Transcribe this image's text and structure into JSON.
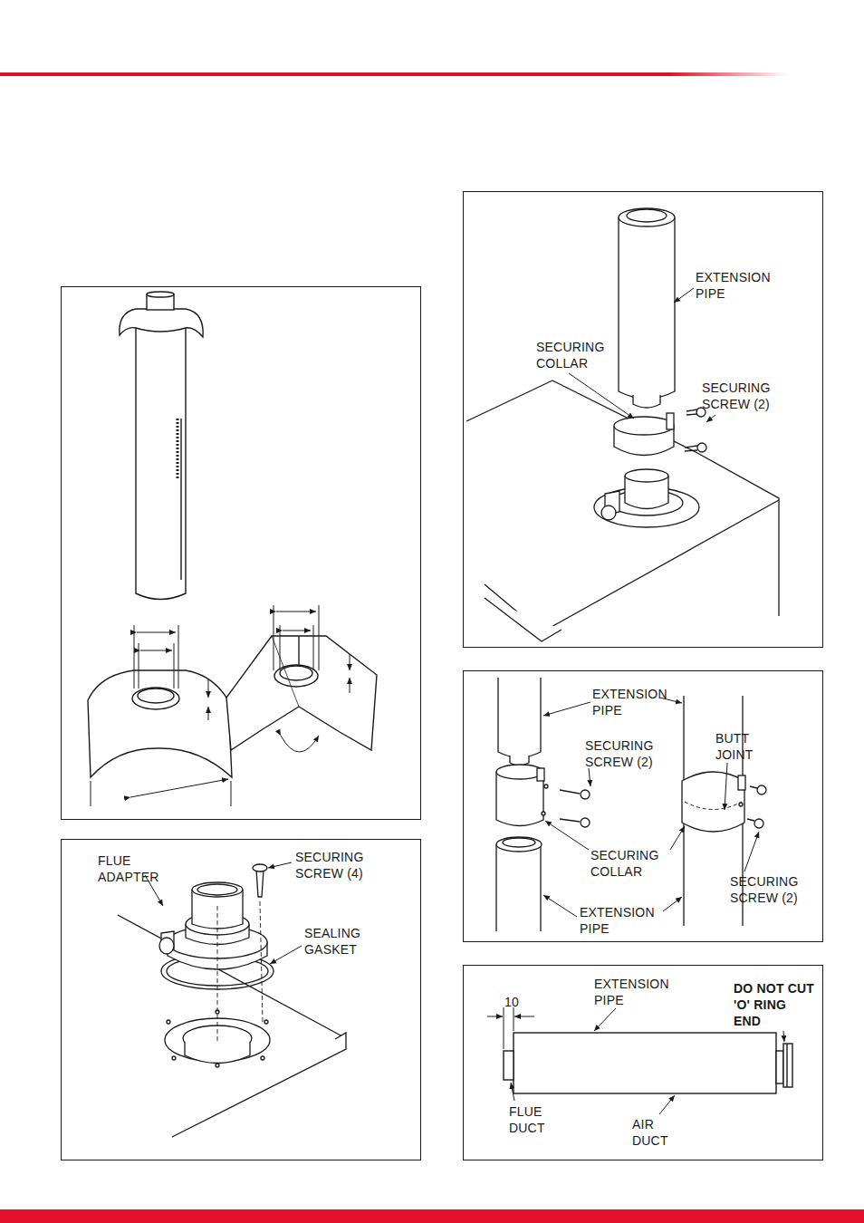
{
  "diagram": {
    "labels": [
      "EXTENSION PIPE",
      "SECURING COLLAR",
      "SECURING SCREW (2)",
      "FLUE ADAPTER",
      "SECURING SCREW (4)",
      "SEALING GASKET",
      "EXTENSION PIPE",
      "SECURING SCREW (2)",
      "BUTT JOINT",
      "SECURING COLLAR",
      "SECURING SCREW (2)",
      "EXTENSION PIPE",
      "10",
      "EXTENSION PIPE",
      "DO NOT CUT 'O' RING END",
      "FLUE DUCT",
      "AIR DUCT"
    ]
  }
}
